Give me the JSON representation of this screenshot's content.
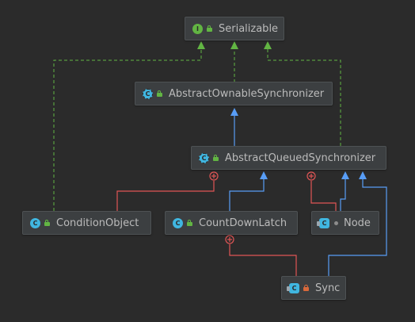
{
  "diagram": {
    "nodes": {
      "serializable": {
        "label": "Serializable",
        "kind": "interface",
        "visibility": "public",
        "icon": "interface-icon"
      },
      "aos": {
        "label": "AbstractOwnableSynchronizer",
        "kind": "abstract-class",
        "visibility": "public",
        "icon": "abstract-class-icon"
      },
      "aqs": {
        "label": "AbstractQueuedSynchronizer",
        "kind": "abstract-class",
        "visibility": "public",
        "icon": "abstract-class-icon"
      },
      "condition_object": {
        "label": "ConditionObject",
        "kind": "class",
        "visibility": "public",
        "icon": "class-icon"
      },
      "count_down_latch": {
        "label": "CountDownLatch",
        "kind": "class",
        "visibility": "public",
        "icon": "class-icon"
      },
      "node": {
        "label": "Node",
        "kind": "inner-class",
        "visibility": "package",
        "icon": "inner-class-icon"
      },
      "sync": {
        "label": "Sync",
        "kind": "inner-class",
        "visibility": "private",
        "icon": "inner-class-icon"
      }
    },
    "relations": [
      {
        "from": "AbstractOwnableSynchronizer",
        "to": "Serializable",
        "type": "implements"
      },
      {
        "from": "AbstractQueuedSynchronizer",
        "to": "Serializable",
        "type": "implements"
      },
      {
        "from": "ConditionObject",
        "to": "Serializable",
        "type": "implements"
      },
      {
        "from": "AbstractQueuedSynchronizer",
        "to": "AbstractOwnableSynchronizer",
        "type": "extends"
      },
      {
        "from": "CountDownLatch",
        "to": "AbstractQueuedSynchronizer",
        "type": "extends"
      },
      {
        "from": "Node",
        "to": "AbstractQueuedSynchronizer",
        "type": "extends"
      },
      {
        "from": "Sync",
        "to": "AbstractQueuedSynchronizer",
        "type": "extends"
      },
      {
        "from": "ConditionObject",
        "to": "AbstractQueuedSynchronizer",
        "type": "inner-class-of"
      },
      {
        "from": "Node",
        "to": "AbstractQueuedSynchronizer",
        "type": "inner-class-of"
      },
      {
        "from": "Sync",
        "to": "CountDownLatch",
        "type": "inner-class-of"
      }
    ],
    "colors": {
      "background": "#2b2b2b",
      "node_fill": "#3c3f41",
      "node_border": "#4e5254",
      "text": "#bbbbbb",
      "implements_edge": "#62b543",
      "extends_edge": "#589df6",
      "inner_edge": "#e05555"
    }
  }
}
